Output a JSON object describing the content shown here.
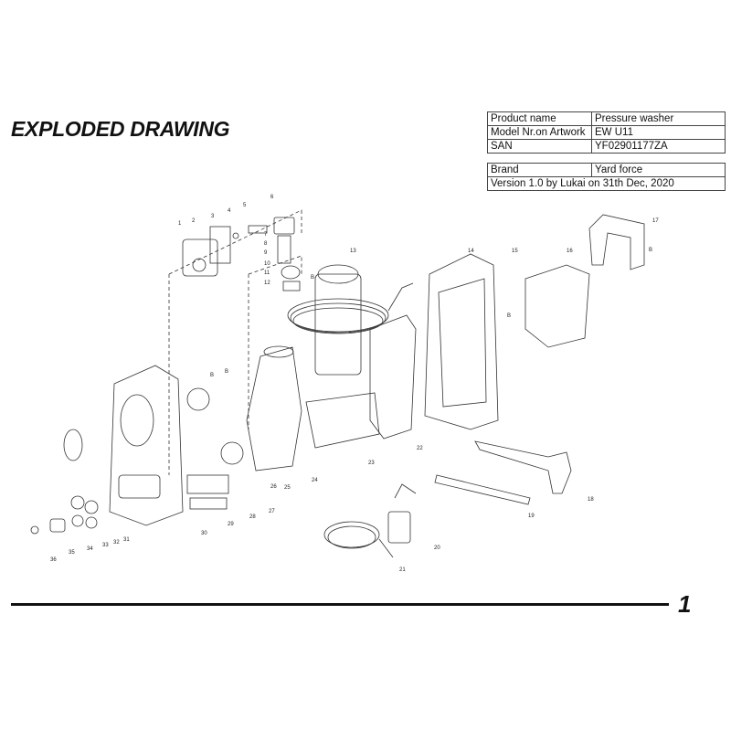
{
  "header": {
    "title": "EXPLODED DRAWING"
  },
  "info_table": [
    {
      "label": "Product name",
      "value": "Pressure washer"
    },
    {
      "label": "Model Nr.on Artwork",
      "value": "EW U11"
    },
    {
      "label": "SAN",
      "value": "YF02901177ZA"
    }
  ],
  "brand_table": {
    "label": "Brand",
    "value": "Yard force",
    "version": "Version 1.0 by Lukai on 31th Dec, 2020"
  },
  "drawing": {
    "part_labels": [
      "1",
      "2",
      "3",
      "4",
      "5",
      "6",
      "7",
      "8",
      "9",
      "10",
      "11",
      "12",
      "13",
      "14",
      "15",
      "16",
      "17",
      "18",
      "19",
      "20",
      "21",
      "22",
      "23",
      "24",
      "25",
      "26",
      "27",
      "28",
      "29",
      "30",
      "31",
      "32",
      "33",
      "34",
      "35",
      "36"
    ],
    "screw_label": "B"
  },
  "footer": {
    "page_number": "1"
  }
}
